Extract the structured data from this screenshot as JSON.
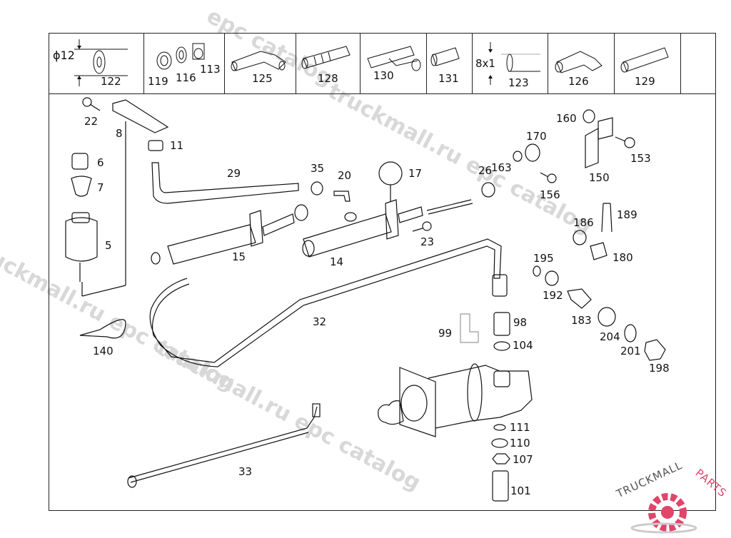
{
  "watermarks": [
    "truckmall.ru epc catalog",
    "truckmall.ru epc catalog",
    "truckmall.ru epc catalog",
    "epc catalog"
  ],
  "header_parts": [
    {
      "id": "122",
      "note": "ϕ12"
    },
    {
      "ids": [
        "119",
        "116",
        "113"
      ]
    },
    {
      "id": "125"
    },
    {
      "id": "128"
    },
    {
      "id": "130"
    },
    {
      "id": "131"
    },
    {
      "id": "123",
      "note": "8x1"
    },
    {
      "id": "126"
    },
    {
      "id": "129"
    }
  ],
  "callouts": {
    "p22": "22",
    "p8": "8",
    "p11": "11",
    "p6": "6",
    "p7": "7",
    "p5": "5",
    "p29": "29",
    "p35": "35",
    "p20": "20",
    "p17": "17",
    "p26": "26",
    "p163": "163",
    "p170": "170",
    "p156": "156",
    "p160": "160",
    "p150": "150",
    "p153": "153",
    "p15": "15",
    "p14": "14",
    "p23": "23",
    "p189": "189",
    "p186": "186",
    "p180": "180",
    "p195": "195",
    "p192": "192",
    "p183": "183",
    "p204": "204",
    "p201": "201",
    "p198": "198",
    "p32": "32",
    "p140": "140",
    "p99": "99",
    "p98": "98",
    "p104": "104",
    "p111": "111",
    "p110": "110",
    "p107": "107",
    "p101": "101",
    "p33": "33"
  },
  "logo": {
    "text_left": "TRUCKMALL",
    "text_right": "PARTS",
    "accent": "#e0456a"
  }
}
